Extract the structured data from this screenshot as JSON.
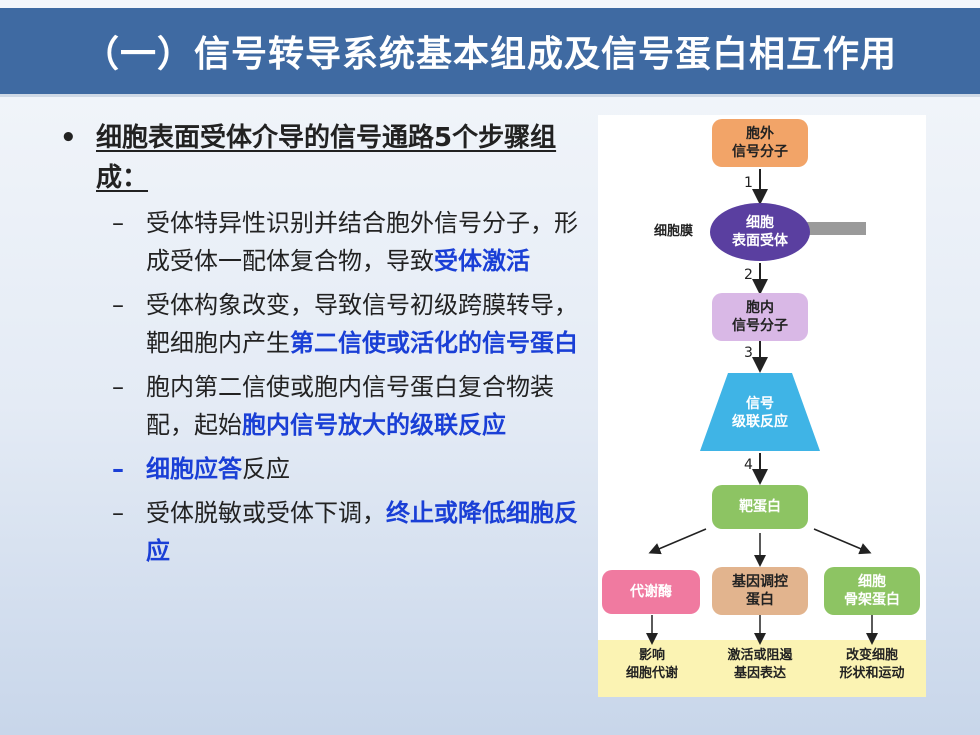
{
  "title": "（一）信号转导系统基本组成及信号蛋白相互作用",
  "main_bullet": {
    "symbol": "•",
    "text": "细胞表面受体介导的信号通路5个步骤组成："
  },
  "items": [
    {
      "dash": "–",
      "text": "受体特异性识别并结合胞外信号分子，形成受体一配体复合物，导致",
      "highlight": "受体激活",
      "after": ""
    },
    {
      "dash": "–",
      "text": "受体构象改变，导致信号初级跨膜转导，靶细胞内产生",
      "highlight": "第二信使或活化的信号蛋白",
      "after": ""
    },
    {
      "dash": "–",
      "text": "胞内第二信使或胞内信号蛋白复合物装配，起始",
      "highlight": "胞内信号放大的级联反应",
      "after": ""
    },
    {
      "dash": "–",
      "text": "",
      "highlight": "细胞应答",
      "after": "反应"
    },
    {
      "dash": "–",
      "text": "受体脱敏或受体下调，",
      "highlight": "终止或降低细胞反应",
      "after": ""
    }
  ],
  "diagram": {
    "extracellular": "胞外\n信号分子",
    "membrane_label": "细胞膜",
    "receptor": "细胞\n表面受体",
    "intracellular": "胞内\n信号分子",
    "cascade": "信号\n级联反应",
    "target": "靶蛋白",
    "steps": [
      "1",
      "2",
      "3",
      "4"
    ],
    "outputs": [
      {
        "box": "代谢酶",
        "result": "影响\n细胞代谢"
      },
      {
        "box": "基因调控\n蛋白",
        "result": "激活或阻遏\n基因表达"
      },
      {
        "box": "细胞\n骨架蛋白",
        "result": "改变细胞\n形状和运动"
      }
    ],
    "colors": {
      "orange": "#f2a468",
      "purple_light": "#d9b8e6",
      "purple_dark": "#5a3fa0",
      "cyan": "#3fb4e6",
      "green": "#8dc463",
      "pink": "#f07aa0",
      "tan": "#e2b48e",
      "band": "#fbf3b3"
    }
  }
}
